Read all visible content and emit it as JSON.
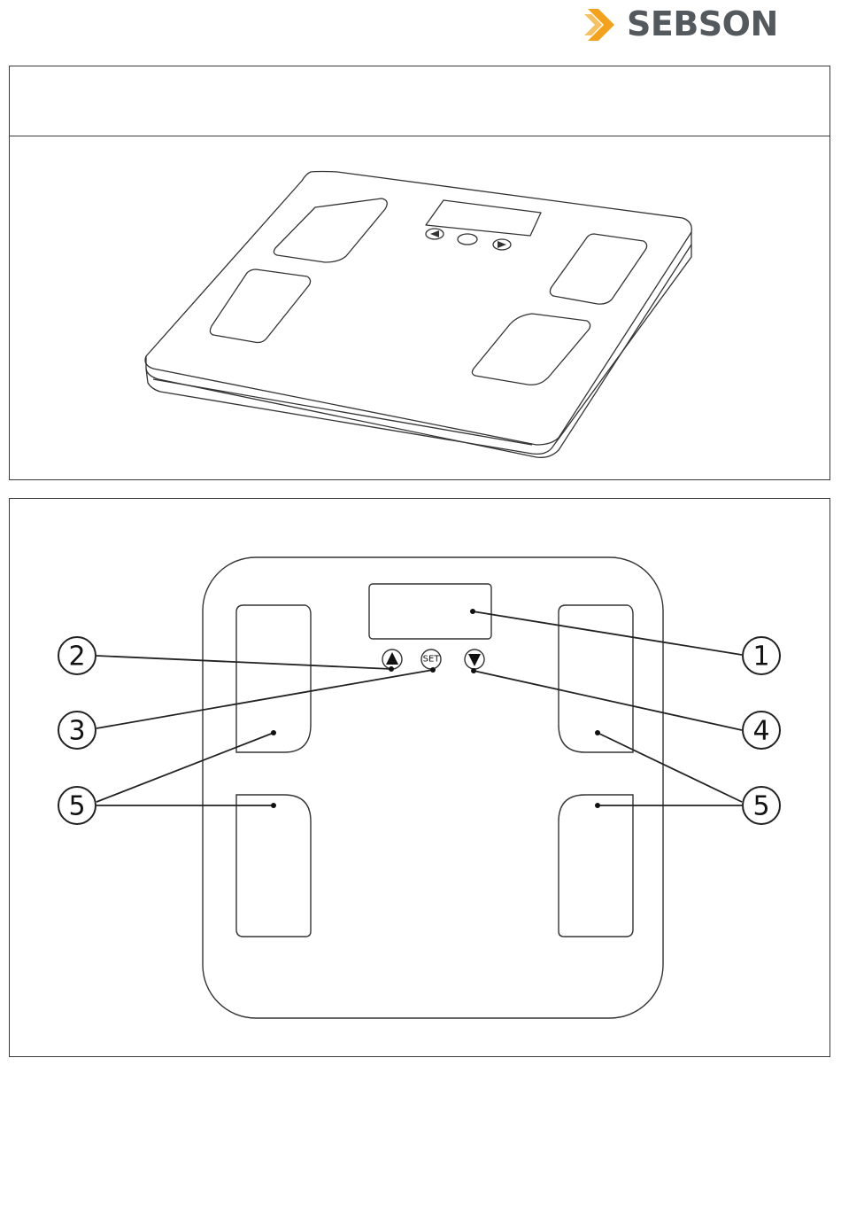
{
  "brand": {
    "name": "SEBSON",
    "accent": "#f4a21b",
    "text_color": "#54595e"
  },
  "header": {
    "text": ""
  },
  "perspective_view": {
    "label": ""
  },
  "front_view": {
    "set_label": "SET",
    "callouts": [
      "1",
      "2",
      "3",
      "4",
      "5",
      "5"
    ]
  }
}
